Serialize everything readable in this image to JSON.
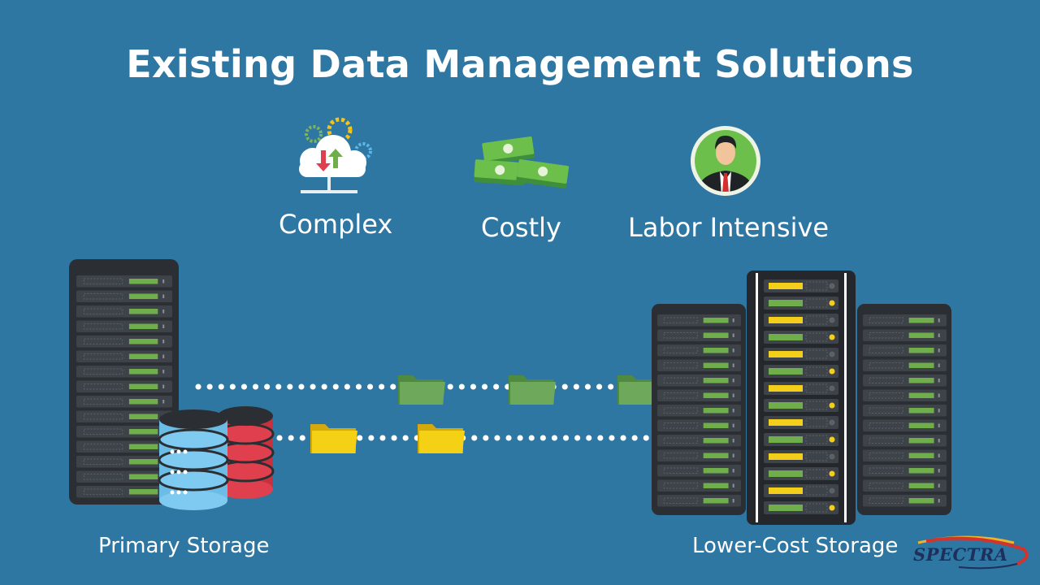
{
  "title": "Existing Data Management Solutions",
  "issues": [
    {
      "label": "Complex",
      "icon": "cloud-gears-icon"
    },
    {
      "label": "Costly",
      "icon": "money-stack-icon"
    },
    {
      "label": "Labor Intensive",
      "icon": "businessman-avatar-icon"
    }
  ],
  "storage": {
    "primary_label": "Primary Storage",
    "lower_cost_label": "Lower-Cost Storage"
  },
  "logo": {
    "text": "SPECTRA"
  },
  "colors": {
    "background": "#2f77a3",
    "rack": "#2b2f33",
    "drive_green": "#6fae4b",
    "drive_yellow": "#f3cf1b",
    "folder_green": "#6ea85a",
    "folder_yellow": "#f4d115",
    "db_blue": "#7fcaf0",
    "db_red": "#e0404e"
  }
}
